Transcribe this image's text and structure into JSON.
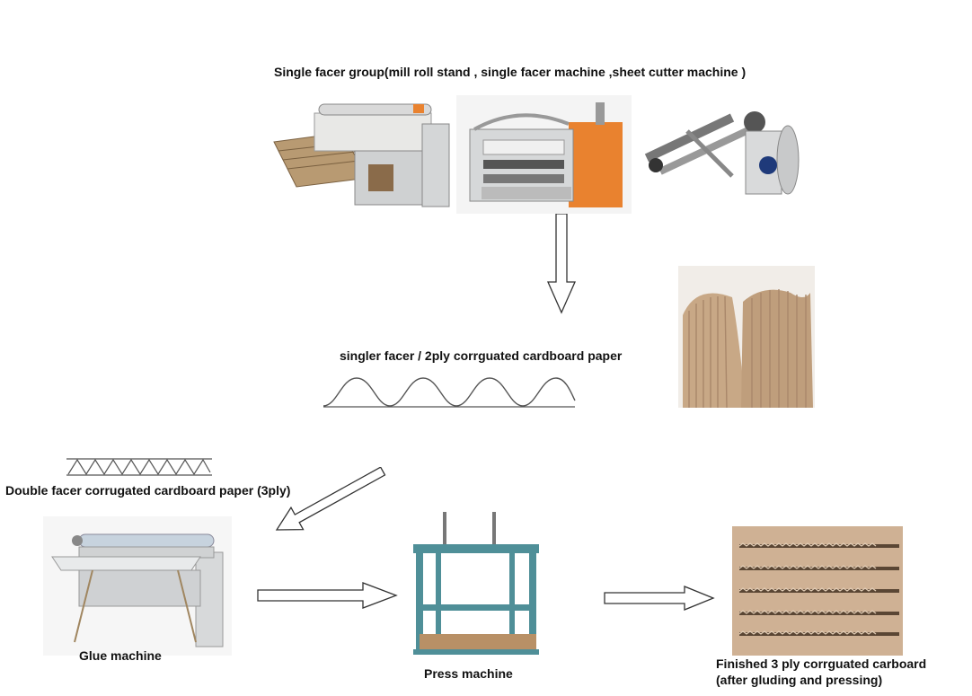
{
  "labels": {
    "single_facer_group": "Single facer group(mill roll stand , single facer machine ,sheet cutter machine  )",
    "single_facer_2ply": "singler facer / 2ply corrguated cardboard paper",
    "double_facer_3ply": "Double facer corrugated cardboard paper (3ply)",
    "glue_machine": "Glue machine",
    "press_machine": "Press machine",
    "finished_line1": "Finished 3 ply corrguated carboard",
    "finished_line2": "(after gluding and pressing)"
  },
  "colors": {
    "orange": "#e9822f",
    "press_frame": "#4f8f98",
    "cardboard": "#c8a886",
    "machine_grey": "#c9ccd0",
    "arrow_stroke": "#333333"
  }
}
